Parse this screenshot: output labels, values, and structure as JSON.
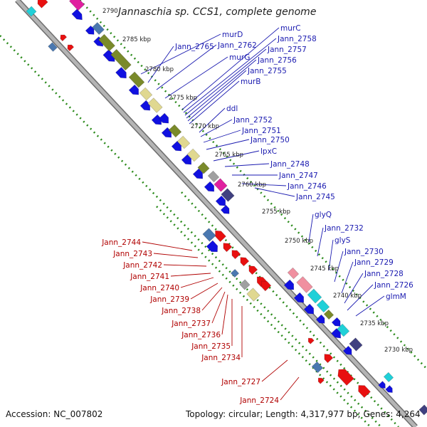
{
  "title": "Jannaschia sp. CCS1, complete genome",
  "footer": {
    "accession": "Accession: NC_007802",
    "topology": "Topology: circular; Length: 4,317,977 bp; Genes: 4,264"
  },
  "colors": {
    "backbone": "#a9a9a9",
    "backbone_edge": "#6e6e6e",
    "tick_ring": "#2a8a1a",
    "cds_forward": "#1010e0",
    "cds_reverse": "#e81010",
    "label_blue": "#1a1ab0",
    "label_red": "#b00000",
    "olive": "#7a8a2a",
    "khaki": "#e0d890",
    "pink": "#f090a0",
    "cyan": "#20d0d8",
    "magenta": "#e020a0",
    "slate": "#404080",
    "steel": "#4a78b0",
    "gray": "#a0a0a0"
  },
  "position_labels": [
    "2790",
    "2785 kbp",
    "2780 kbp",
    "2775 kbp",
    "2770 kbp",
    "2765 kbp",
    "2760 kbp",
    "2755 kbp",
    "2750 kbp",
    "2745 kbp",
    "2740 kbp",
    "2735 kbp",
    "2730 kbp"
  ],
  "forward_genes": [
    "murD",
    "Jann_2765",
    "Jann_2762",
    "murG",
    "murC",
    "Jann_2758",
    "Jann_2757",
    "Jann_2756",
    "Jann_2755",
    "murB",
    "ddl",
    "Jann_2752",
    "Jann_2751",
    "Jann_2750",
    "lpxC",
    "Jann_2748",
    "Jann_2747",
    "Jann_2746",
    "Jann_2745",
    "glyQ",
    "Jann_2732",
    "glyS",
    "Jann_2730",
    "Jann_2729",
    "Jann_2728",
    "Jann_2726",
    "glmM"
  ],
  "reverse_genes": [
    "Jann_2744",
    "Jann_2743",
    "Jann_2742",
    "Jann_2741",
    "Jann_2740",
    "Jann_2739",
    "Jann_2738",
    "Jann_2737",
    "Jann_2736",
    "Jann_2735",
    "Jann_2734",
    "Jann_2727",
    "Jann_2724"
  ]
}
